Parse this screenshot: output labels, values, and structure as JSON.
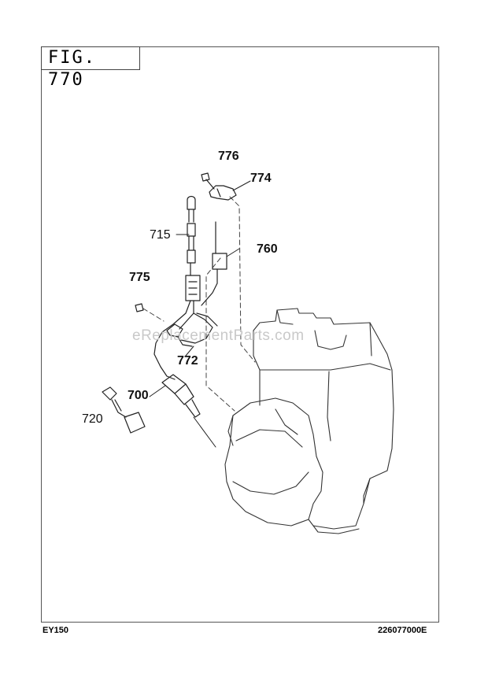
{
  "figure": {
    "title": "FIG. 770"
  },
  "callouts": {
    "c776": "776",
    "c774": "774",
    "c715": "715",
    "c760": "760",
    "c775": "775",
    "c772": "772",
    "c700": "700",
    "c720": "720"
  },
  "footer": {
    "model": "EY150",
    "code": "226077000E"
  },
  "watermark": "eReplacementParts.com"
}
